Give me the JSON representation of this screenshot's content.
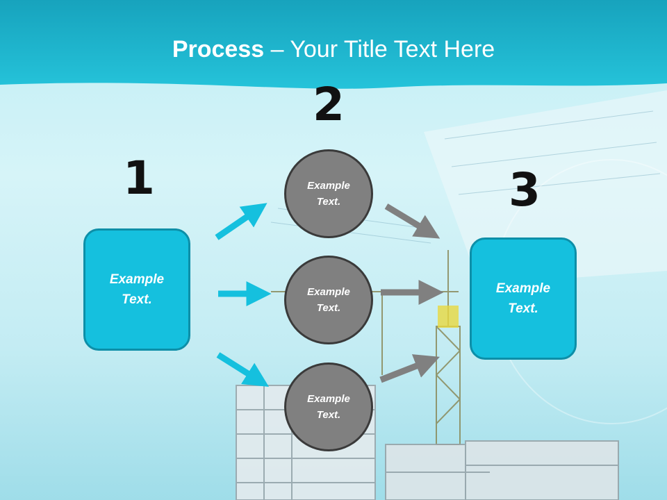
{
  "title": {
    "bold": "Process",
    "rest": " – Your Title Text Here"
  },
  "steps": [
    {
      "number": "1",
      "line1": "Example",
      "line2": "Text."
    },
    {
      "number": "2",
      "circles": [
        {
          "line1": "Example",
          "line2": "Text."
        },
        {
          "line1": "Example",
          "line2": "Text."
        },
        {
          "line1": "Example",
          "line2": "Text."
        }
      ]
    },
    {
      "number": "3",
      "line1": "Example",
      "line2": "Text."
    }
  ],
  "colors": {
    "box": "#15c0de",
    "circle": "#808080",
    "arrow_blue": "#15c0de",
    "arrow_gray": "#808080",
    "header": "#15b5d0"
  }
}
